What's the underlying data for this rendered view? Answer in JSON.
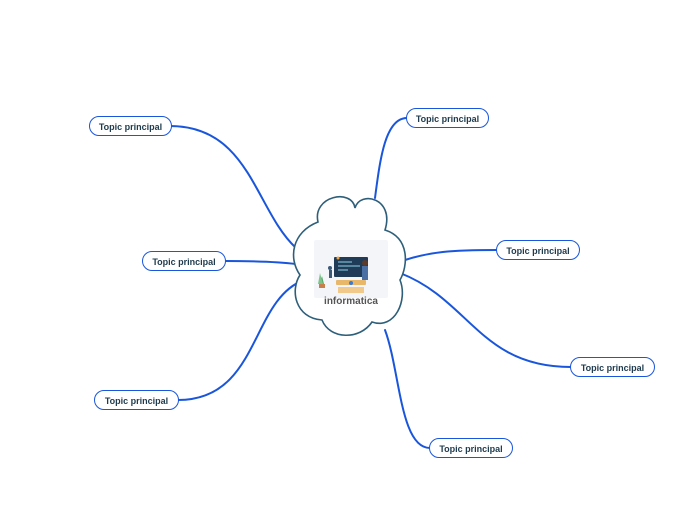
{
  "central": {
    "label": "informatica",
    "illustration": "computer-lab-illustration-icon"
  },
  "colors": {
    "branch": "#1a56db",
    "cloud_stroke": "#2e5f7a",
    "topic_border": "#1a56db",
    "topic_text": "#1f3b4d"
  },
  "topics": [
    {
      "label": "Topic principal"
    },
    {
      "label": "Topic principal"
    },
    {
      "label": "Topic principal"
    },
    {
      "label": "Topic principal"
    },
    {
      "label": "Topic principal"
    },
    {
      "label": "Topic principal"
    },
    {
      "label": "Topic principal"
    }
  ]
}
